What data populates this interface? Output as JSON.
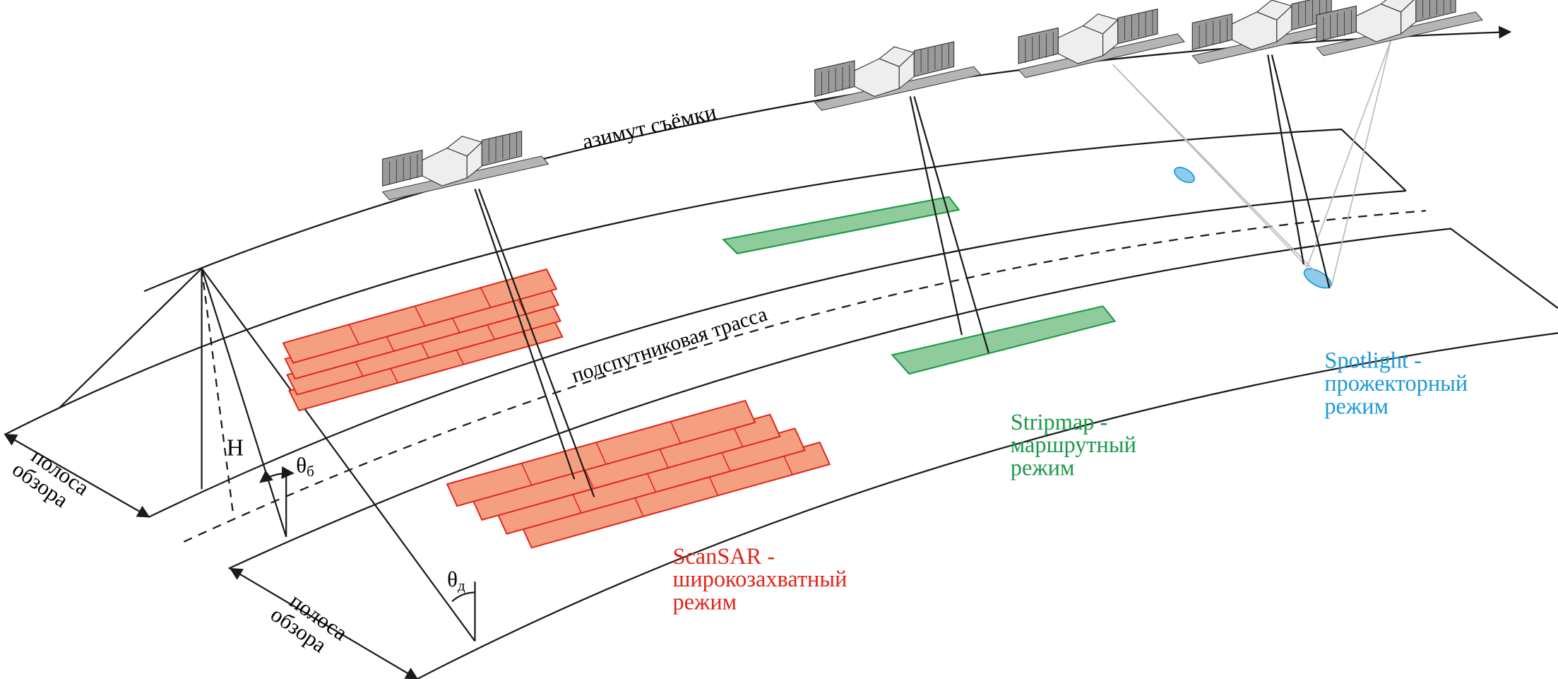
{
  "labels": {
    "azimuth": "азимут съёмки",
    "ground_track": "подспутниковая трасса",
    "height": "H",
    "theta_b_symbol": "θ",
    "theta_b_sub": "б",
    "theta_d_symbol": "θ",
    "theta_d_sub": "д",
    "swath_near_line1": "полоса",
    "swath_near_line2": "обзора",
    "swath_far_line1": "полоса",
    "swath_far_line2": "обзора"
  },
  "modes": {
    "scansar": {
      "line1": "ScanSAR -",
      "line2": "широкозахватный",
      "line3": "режим",
      "color": "#e2231a"
    },
    "stripmap": {
      "line1": "Stripmap -",
      "line2": "маршрутный",
      "line3": "режим",
      "color": "#1a9a48"
    },
    "spotlight": {
      "line1": "Spotlight -",
      "line2": "прожекторный",
      "line3": "режим",
      "color": "#1a9ad6"
    }
  }
}
